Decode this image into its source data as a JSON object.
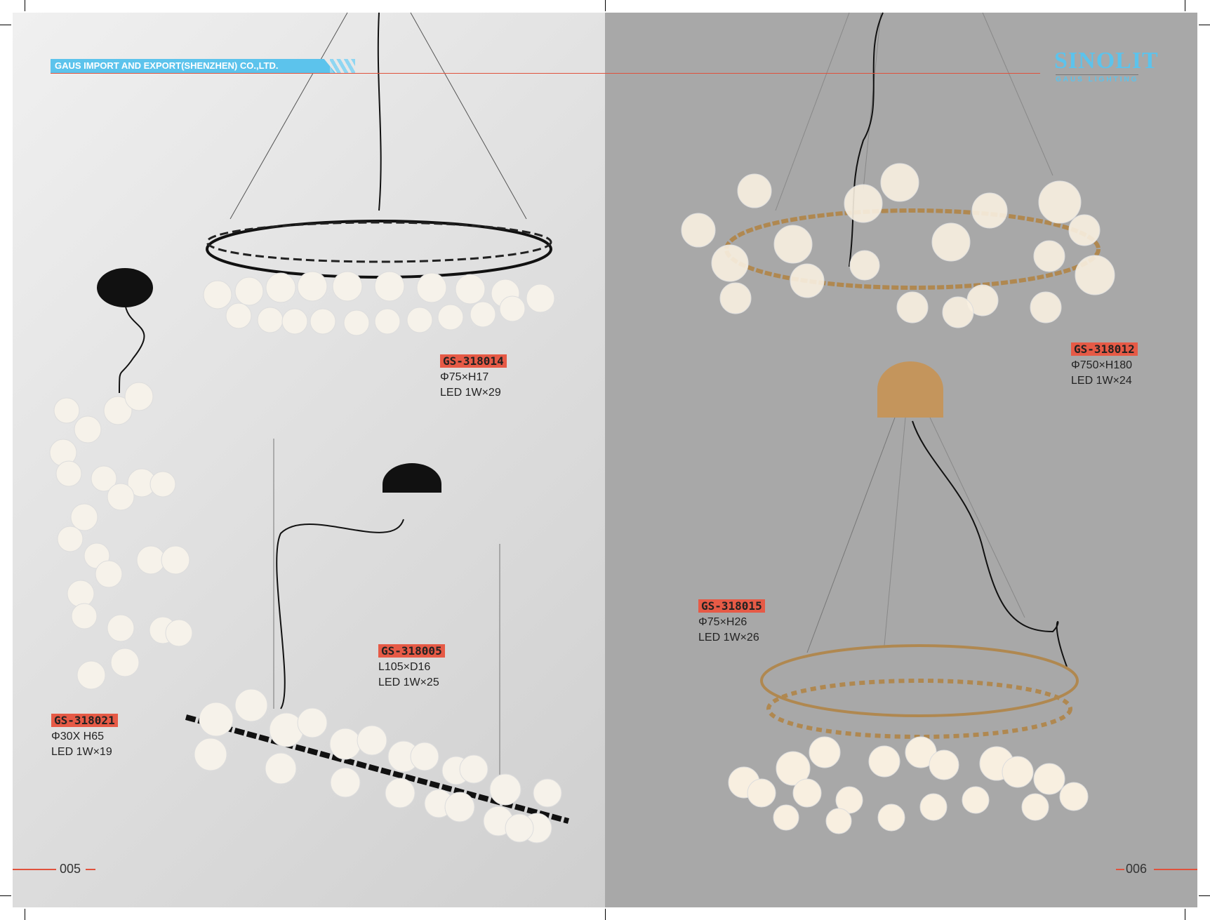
{
  "header": {
    "company": "GAUS IMPORT AND EXPORT(SHENZHEN) CO.,LTD.",
    "logo": "SINOLIT",
    "logo_sub": "GAUS LIGHTING"
  },
  "products": [
    {
      "code": "GS-318014",
      "size": "Φ75×H17",
      "led": "LED 1W×29"
    },
    {
      "code": "GS-318021",
      "size": "Φ30X H65",
      "led": "LED 1W×19"
    },
    {
      "code": "GS-318005",
      "size": "L105×D16",
      "led": "LED 1W×25"
    },
    {
      "code": "GS-318012",
      "size": "Φ750×H180",
      "led": "LED 1W×24"
    },
    {
      "code": "GS-318015",
      "size": "Φ75×H26",
      "led": "LED 1W×26"
    }
  ],
  "pages": {
    "left": "005",
    "right": "006"
  },
  "colors": {
    "accent": "#e65a46",
    "brand": "#5cc3ec",
    "right_bg": "#a8a8a8"
  }
}
